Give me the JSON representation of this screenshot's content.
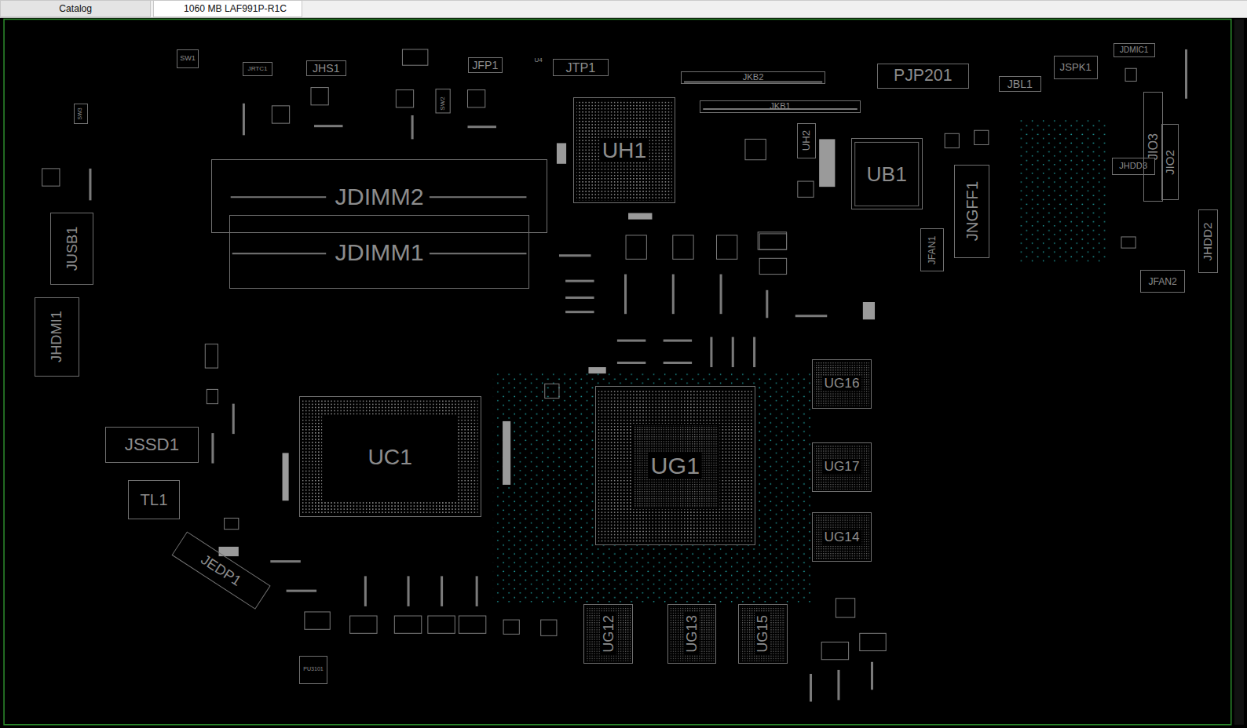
{
  "diagram": {
    "nodes": [
      {
        "text": [
          "Catalog"
        ]
      },
      {
        "text": [
          "1060 MB LAF991P-R1C"
        ]
      },
      {
        "text": [
          "SW1"
        ]
      },
      {
        "text": [
          "JRTC1"
        ]
      },
      {
        "text": [
          "JHS1"
        ]
      },
      {
        "text": [
          "JFP1"
        ]
      },
      {
        "text": [
          "JTP1"
        ]
      },
      {
        "text": [
          "JKB2"
        ]
      },
      {
        "text": [
          "JKB1"
        ]
      },
      {
        "text": [
          "PJP201"
        ]
      },
      {
        "text": [
          "JBL1"
        ]
      },
      {
        "text": [
          "JSPK1"
        ]
      },
      {
        "text": [
          "JDMIC1"
        ]
      },
      {
        "text": [
          "SW3"
        ]
      },
      {
        "text": [
          "UH1"
        ]
      },
      {
        "text": [
          "UH2"
        ]
      },
      {
        "text": [
          "UB1"
        ]
      },
      {
        "text": [
          "JIO3"
        ]
      },
      {
        "text": [
          "JIO2"
        ]
      },
      {
        "text": [
          "JHDD3"
        ]
      },
      {
        "text": [
          "JNGFF1"
        ]
      },
      {
        "text": [
          "JFAN1"
        ]
      },
      {
        "text": [
          "JHDD2"
        ]
      },
      {
        "text": [
          "JFAN2"
        ]
      },
      {
        "text": [
          "JDIMM2"
        ]
      },
      {
        "text": [
          "JDIMM1"
        ]
      },
      {
        "text": [
          "JUSB1"
        ]
      },
      {
        "text": [
          "JHDMI1"
        ]
      },
      {
        "text": [
          "JSSD1"
        ]
      },
      {
        "text": [
          "TL1"
        ]
      },
      {
        "text": [
          "JEDP1"
        ]
      },
      {
        "text": [
          "UC1"
        ]
      },
      {
        "text": [
          "UG1"
        ]
      },
      {
        "text": [
          "UG16"
        ]
      },
      {
        "text": [
          "UG17"
        ]
      },
      {
        "text": [
          "UG14"
        ]
      },
      {
        "text": [
          "UG12"
        ]
      },
      {
        "text": [
          "UG13"
        ]
      },
      {
        "text": [
          "UG15"
        ]
      },
      {
        "text": [
          "PU3101"
        ]
      }
    ],
    "labels": [
      "SW2",
      "U4"
    ]
  }
}
